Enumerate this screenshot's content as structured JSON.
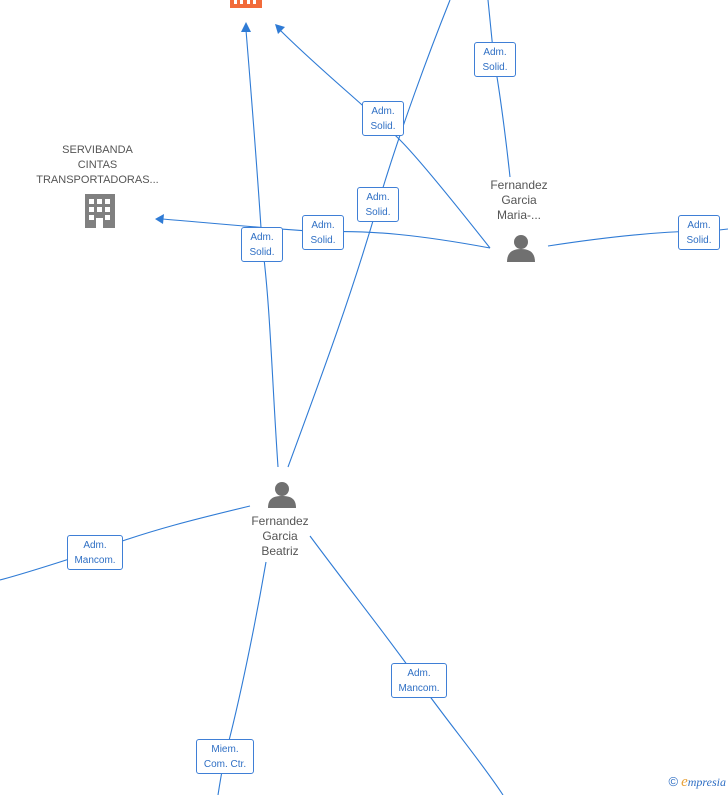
{
  "nodes": {
    "company_top": {
      "name": ""
    },
    "servibanda": {
      "lines": [
        "SERVIBANDA",
        "CINTAS",
        "TRANSPORTADORAS..."
      ]
    },
    "maria": {
      "lines": [
        "Fernandez",
        "Garcia",
        "Maria-..."
      ]
    },
    "beatriz": {
      "lines": [
        "Fernandez",
        "Garcia",
        "Beatriz"
      ]
    }
  },
  "edge_labels": [
    {
      "id": "e1",
      "lines": [
        "Adm.",
        "Solid."
      ]
    },
    {
      "id": "e2",
      "lines": [
        "Adm.",
        "Solid."
      ]
    },
    {
      "id": "e3",
      "lines": [
        "Adm.",
        "Solid."
      ]
    },
    {
      "id": "e4",
      "lines": [
        "Adm.",
        "Solid."
      ]
    },
    {
      "id": "e5",
      "lines": [
        "Adm.",
        "Solid."
      ]
    },
    {
      "id": "e6",
      "lines": [
        "Adm.",
        "Solid."
      ]
    },
    {
      "id": "e7",
      "lines": [
        "Adm.",
        "Mancom."
      ]
    },
    {
      "id": "e8",
      "lines": [
        "Adm.",
        "Mancom."
      ]
    },
    {
      "id": "e9",
      "lines": [
        "Miem.",
        "Com. Ctr."
      ]
    }
  ],
  "colors": {
    "edge": "#2f7bd5",
    "company_highlight": "#f26b3a",
    "company": "#808080",
    "person": "#707070"
  },
  "brand": {
    "copyright": "©",
    "first_letter": "e",
    "rest": "mpresia"
  }
}
